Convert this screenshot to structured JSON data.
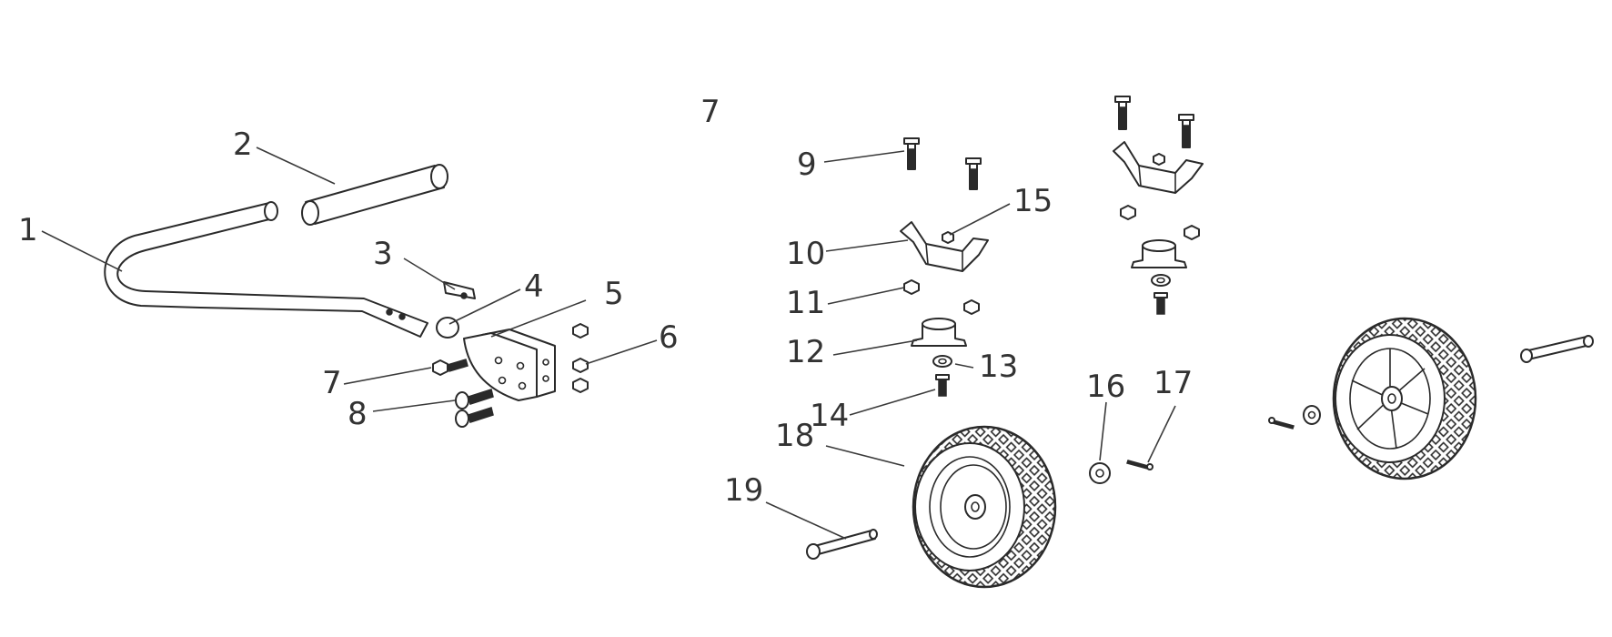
{
  "callouts": {
    "c1": "1",
    "c2": "2",
    "c3": "3",
    "c4": "4",
    "c5": "5",
    "c6": "6",
    "c7": "7",
    "c7b": "7",
    "c8": "8",
    "c9": "9",
    "c10": "10",
    "c11": "11",
    "c12": "12",
    "c13": "13",
    "c14": "14",
    "c15": "15",
    "c16": "16",
    "c17": "17",
    "c18": "18",
    "c19": "19"
  },
  "colors": {
    "line": "#2a2a2a",
    "text": "#333333",
    "background": "#ffffff"
  }
}
